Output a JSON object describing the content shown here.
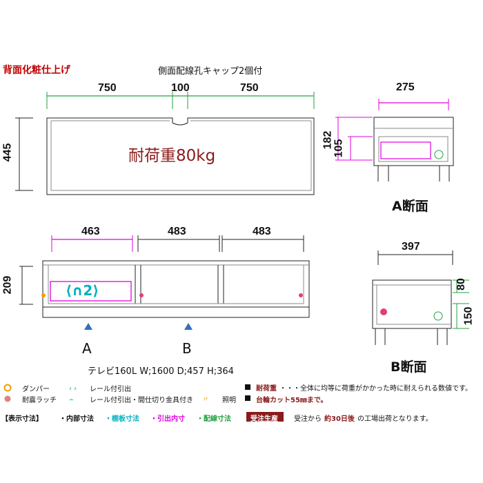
{
  "header": {
    "back_finish": "背面化粧仕上げ",
    "cable_cap": "側面配線孔キャップ2個付"
  },
  "top_view": {
    "dim_left": "750",
    "dim_mid": "100",
    "dim_right": "750",
    "height": "445",
    "load": "耐荷重80kg"
  },
  "section_a": {
    "width": "275",
    "dim_182": "182",
    "dim_105": "105",
    "label": "A断面"
  },
  "front_view": {
    "dim_463": "463",
    "dim_483a": "483",
    "dim_483b": "483",
    "height": "209",
    "marker_a": "A",
    "marker_b": "B",
    "spec": "テレビ160L W;1600 D;457 H;364"
  },
  "section_b": {
    "width": "397",
    "dim_80": "80",
    "dim_150": "150",
    "label": "B断面"
  },
  "legend": {
    "damper": "ダンパー",
    "rail": "レール付引出",
    "quake_latch": "耐震ラッチ",
    "rail_fold": "レール付引出・間仕切り金具付き",
    "lighting": "照明",
    "load_note_label": "耐荷重",
    "load_note_text": "・・・全体に均等に荷重がかかった時に耐えられる数値です。",
    "caster_note": "台輪カット55㎜まで。",
    "dims_heading": "【表示寸法】",
    "inner_dim": "・内部寸法",
    "shelf_dim": "・棚板寸法",
    "drawer_dim": "・引出内寸",
    "wiring_dim": "・配線寸法",
    "made_to_order": "受注生産",
    "ship_text_1": "受注から",
    "ship_text_bold": "約30日後",
    "ship_text_2": "の工場出荷となります。"
  },
  "colors": {
    "red": "#c00000",
    "magenta": "#e000e0",
    "cyan": "#00b0c0",
    "green": "#20a040",
    "pink": "#e04070",
    "maroon": "#8b1a1a",
    "orange": "#f0a000",
    "blue": "#3070c0"
  }
}
